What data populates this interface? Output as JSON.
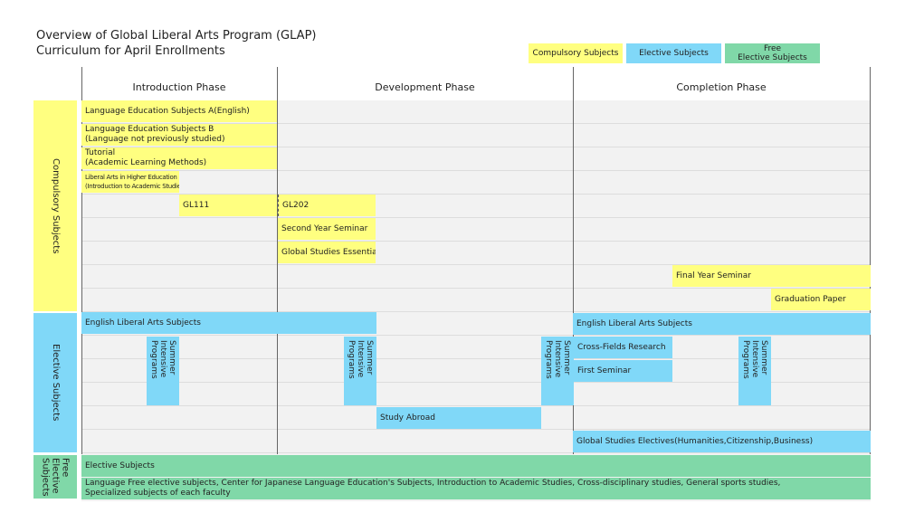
{
  "title": {
    "line1": "Overview of Global Liberal Arts Program (GLAP)",
    "line2": "Curriculum for April Enrollments"
  },
  "legend": [
    {
      "label": "Compulsory Subjects",
      "color": "#ffff80"
    },
    {
      "label": "Elective Subjects",
      "color": "#80d8f8"
    },
    {
      "label": "Free\nElective Subjects",
      "color": "#80d8a8"
    }
  ],
  "phases": [
    "Introduction Phase",
    "Development Phase",
    "Completion Phase"
  ],
  "categories": {
    "compulsory": "Compulsory Subjects",
    "elective": "Elective Subjects",
    "free": "Free\nElective\nSubjects"
  },
  "compulsory": {
    "lang_a": "Language Education Subjects A(English)",
    "lang_b_1": "Language Education Subjects B",
    "lang_b_2": "(Language not previously studied)",
    "tutorial_1": "Tutorial",
    "tutorial_2": "(Academic Learning Methods)",
    "liberal_1": "Liberal Arts in Higher Education",
    "liberal_2": "(Introduction to Academic Studies)",
    "gl111": "GL111",
    "gl202": "GL202",
    "second_seminar": "Second Year Seminar",
    "gs_essentials": "Global Studies Essentials",
    "final_seminar": "Final Year Seminar",
    "grad_paper": "Graduation Paper"
  },
  "elective": {
    "english_la_1": "English Liberal Arts Subjects",
    "english_la_2": "English Liberal Arts Subjects",
    "summer": "Summer\nIntensive\nPrograms",
    "cross_fields": "Cross-Fields Research",
    "first_seminar": "First Seminar",
    "study_abroad": "Study Abroad",
    "gs_electives": "Global Studies Electives(Humanities,Citizenship,Business)"
  },
  "free": {
    "elective_subjects": "Elective Subjects",
    "lang_free_1": "Language Free elective  subjects, Center for Japanese Language Education's Subjects, Introduction to Academic Studies, Cross-disciplinary studies, General sports studies,",
    "lang_free_2": "Specialized subjects of each faculty"
  }
}
